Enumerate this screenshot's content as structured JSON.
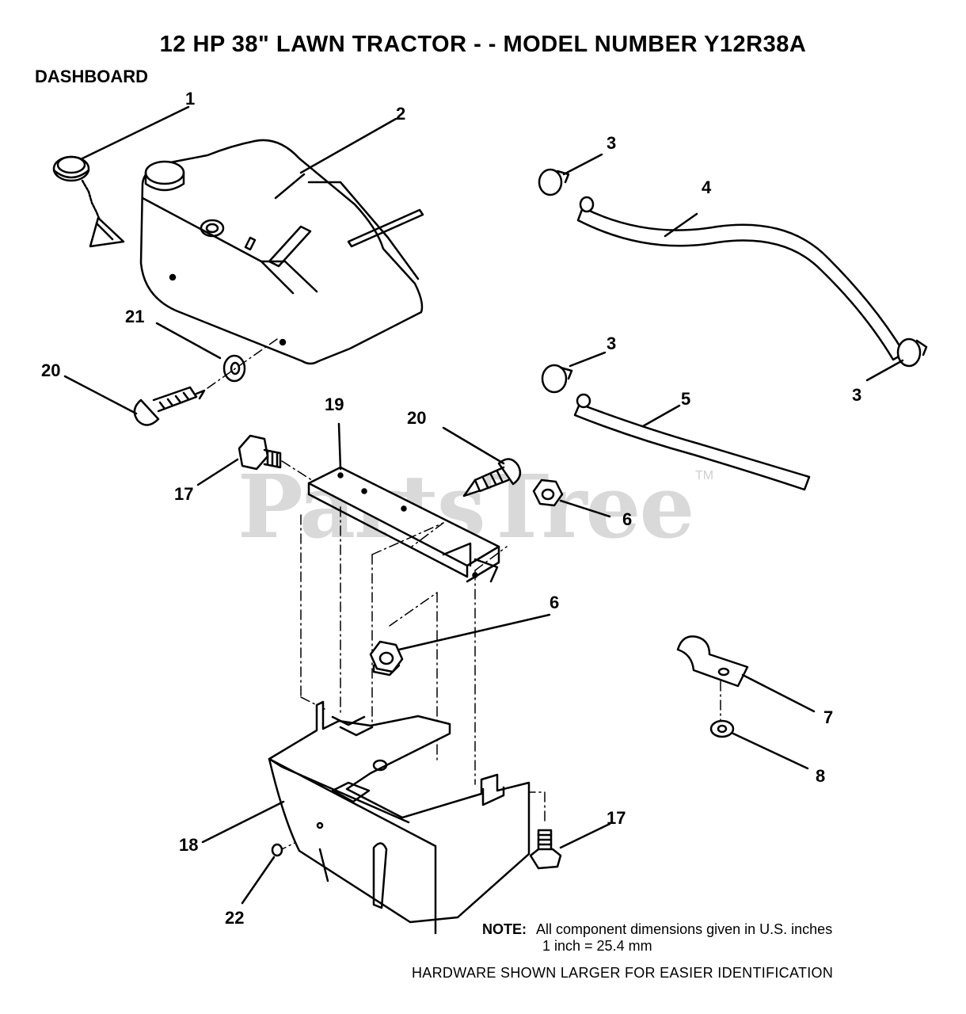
{
  "title": "12 HP 38\" LAWN TRACTOR - - MODEL NUMBER Y12R38A",
  "section": "DASHBOARD",
  "watermark": {
    "text": "PartsTree",
    "tm": "TM"
  },
  "callouts": {
    "c1": "1",
    "c2": "2",
    "c3a": "3",
    "c3b": "3",
    "c3c": "3",
    "c4": "4",
    "c5": "5",
    "c6a": "6",
    "c6b": "6",
    "c7": "7",
    "c8": "8",
    "c17a": "17",
    "c17b": "17",
    "c18": "18",
    "c19": "19",
    "c20a": "20",
    "c20b": "20",
    "c21": "21",
    "c22": "22"
  },
  "note": {
    "label": "NOTE:",
    "line1": "All component dimensions given in U.S. inches",
    "line2": "1 inch = 25.4 mm"
  },
  "hardware_note": "HARDWARE SHOWN LARGER FOR EASIER IDENTIFICATION"
}
